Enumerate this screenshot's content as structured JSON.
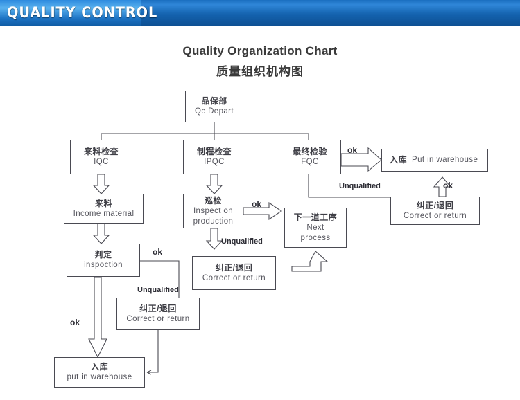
{
  "banner": {
    "title": "QUALITY  CONTROL",
    "accent": "#1462ae"
  },
  "headings": {
    "title_en": "Quality Organization Chart",
    "title_cn": "质量组织机构图"
  },
  "chart_data": {
    "type": "diagram",
    "title": "Quality Organization Chart / 质量组织机构图",
    "nodes": [
      {
        "id": "qc",
        "cn": "品保部",
        "en": "Qc Depart"
      },
      {
        "id": "iqc",
        "cn": "来料检查",
        "en": "IQC"
      },
      {
        "id": "ipqc",
        "cn": "制程检查",
        "en": "IPQC"
      },
      {
        "id": "fqc",
        "cn": "最终检验",
        "en": "FQC"
      },
      {
        "id": "warehouse_r",
        "cn": "入库",
        "en": "Put in warehouse"
      },
      {
        "id": "income",
        "cn": "来料",
        "en": "Income  material"
      },
      {
        "id": "inspect",
        "cn": "巡检",
        "en": "Inspect on",
        "en2": "production"
      },
      {
        "id": "correct_r",
        "cn": "纠正/退回",
        "en": "Correct  or  return"
      },
      {
        "id": "judge",
        "cn": "判定",
        "en": "inspoction"
      },
      {
        "id": "next",
        "cn": "下一道工序",
        "en": "Next",
        "en2": "process"
      },
      {
        "id": "correct_m",
        "cn": "纠正/退回",
        "en": "Correct  or  return"
      },
      {
        "id": "correct_l",
        "cn": "纠正/退回",
        "en": "Correct  or  return"
      },
      {
        "id": "warehouse_l",
        "cn": "入库",
        "en": "put in warehouse"
      }
    ],
    "edge_labels": [
      {
        "id": "ok-fqc",
        "text": "ok"
      },
      {
        "id": "unq-fqc",
        "text": "Unqualified"
      },
      {
        "id": "ok-correct-r",
        "text": "ok"
      },
      {
        "id": "ok-ipqc",
        "text": "ok"
      },
      {
        "id": "unq-ipqc",
        "text": "Unqualified"
      },
      {
        "id": "ok-iqc",
        "text": "ok"
      },
      {
        "id": "unq-iqc",
        "text": "Unqualified"
      },
      {
        "id": "ok-warehouse-l",
        "text": "ok"
      }
    ]
  },
  "nodes": {
    "qc": {
      "cn": "品保部",
      "en": "Qc Depart"
    },
    "iqc": {
      "cn": "来料检查",
      "en": "IQC"
    },
    "ipqc": {
      "cn": "制程检查",
      "en": "IPQC"
    },
    "fqc": {
      "cn": "最终检验",
      "en": "FQC"
    },
    "warehouse_r": {
      "cn": "入库",
      "en": "Put in warehouse"
    },
    "income": {
      "cn": "来料",
      "en": "Income  material"
    },
    "inspect": {
      "cn": "巡检",
      "en": "Inspect on",
      "en2": "production"
    },
    "correct_r": {
      "cn": "纠正/退回",
      "en": "Correct  or  return"
    },
    "judge": {
      "cn": "判定",
      "en": "inspoction"
    },
    "next": {
      "cn": "下一道工序",
      "en": "Next",
      "en2": "process"
    },
    "correct_m": {
      "cn": "纠正/退回",
      "en": "Correct  or  return"
    },
    "correct_l": {
      "cn": "纠正/退回",
      "en": "Correct  or  return"
    },
    "warehouse_l": {
      "cn": "入库",
      "en": "put in warehouse"
    }
  },
  "labels": {
    "ok_fqc": "ok",
    "unq_fqc": "Unqualified",
    "ok_correct_r": "ok",
    "ok_ipqc": "ok",
    "unq_ipqc": "Unqualified",
    "ok_iqc": "ok",
    "unq_iqc": "Unqualified",
    "ok_warehouse_l": "ok"
  }
}
